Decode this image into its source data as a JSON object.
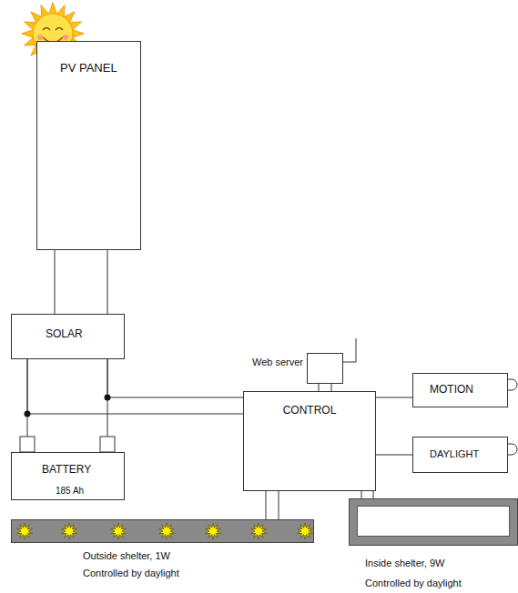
{
  "diagram": {
    "nodes": [
      {
        "text": [
          "PV PANEL"
        ]
      },
      {
        "text": [
          "SOLAR"
        ]
      },
      {
        "text": [
          "Web server"
        ]
      },
      {
        "text": [
          "CONTROL"
        ]
      },
      {
        "text": [
          "MOTION"
        ]
      },
      {
        "text": [
          "BATTERY",
          "185 Ah"
        ]
      },
      {
        "text": [
          "DAYLIGHT"
        ]
      },
      {
        "text": [
          "Outside shelter, 1W",
          "Controlled by daylight"
        ]
      },
      {
        "text": [
          "Inside shelter, 9W",
          "Controlled by daylight"
        ]
      }
    ],
    "edges": [
      {
        "from": 0,
        "to": 1,
        "arrow": "none"
      },
      {
        "from": 1,
        "to": 5,
        "arrow": "none"
      },
      {
        "from": 1,
        "to": 3,
        "arrow": "none"
      },
      {
        "from": 2,
        "to": 3,
        "arrow": "none"
      },
      {
        "from": 3,
        "to": 4,
        "arrow": "none"
      },
      {
        "from": 3,
        "to": 6,
        "arrow": "none"
      },
      {
        "from": 3,
        "to": 7,
        "arrow": "none"
      },
      {
        "from": 3,
        "to": 8,
        "arrow": "none"
      }
    ]
  }
}
